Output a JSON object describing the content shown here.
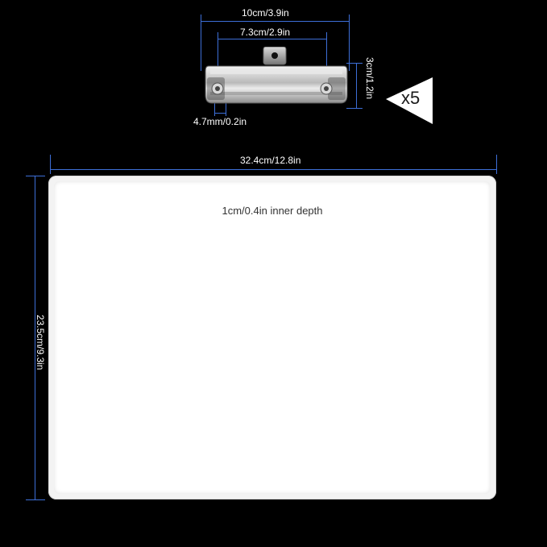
{
  "dimensions": {
    "clip_width": "10cm/3.9in",
    "hole_spacing": "7.3cm/2.9in",
    "clip_height": "3cm/1.2in",
    "hole_diameter": "4.7mm/0.2in",
    "board_width": "32.4cm/12.8in",
    "board_height": "23.5cm/9.3in",
    "inner_depth": "1cm/0.4in inner depth"
  },
  "quantity": "x5",
  "colors": {
    "background": "#000000",
    "dimension_line": "#3d6fd8",
    "board": "#ffffff",
    "clip_metal": "#c8c8c8"
  },
  "icons": [
    "metal-clip-icon",
    "triangle-badge-icon"
  ]
}
